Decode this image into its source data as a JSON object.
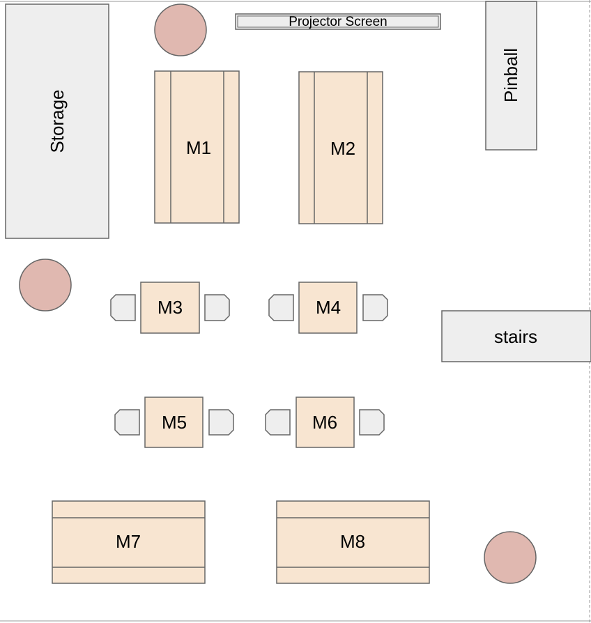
{
  "colors": {
    "table": "#f8e5d1",
    "fixture": "#eeeeee",
    "pillar": "#e0b8b0",
    "outline": "#666666"
  },
  "labels": {
    "storage": "Storage",
    "projector_screen": "Projector Screen",
    "pinball": "Pinball",
    "stairs": "stairs",
    "tables": [
      "M1",
      "M2",
      "M3",
      "M4",
      "M5",
      "M6",
      "M7",
      "M8"
    ]
  }
}
